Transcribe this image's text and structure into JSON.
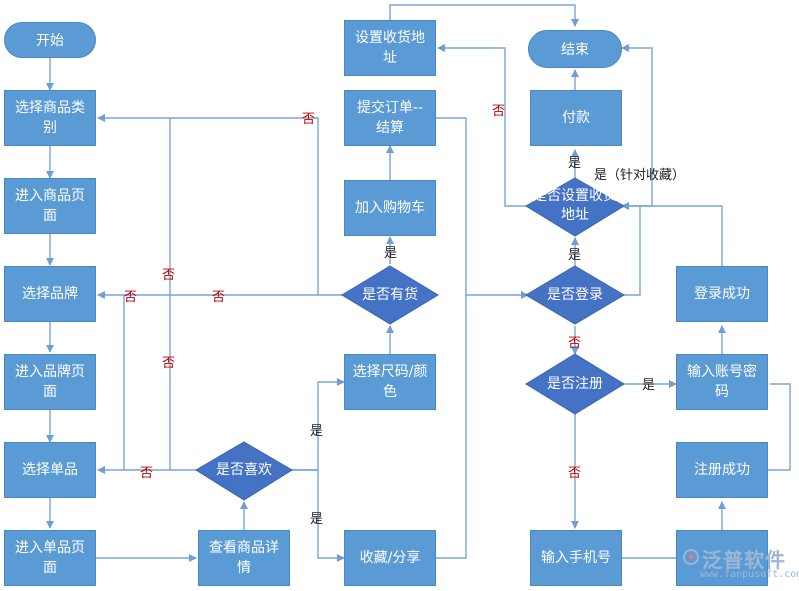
{
  "nodes": {
    "start": "开始",
    "end": "结束",
    "choose_category": "选择商品类别",
    "enter_product_page": "进入商品页面",
    "choose_brand": "选择品牌",
    "enter_brand_page": "进入品牌页面",
    "choose_item": "选择单品",
    "enter_item_page": "进入单品页面",
    "view_details": "查看商品详情",
    "like_decision": "是否喜欢",
    "choose_size_color": "选择尺码/颜色",
    "favorite_share": "收藏/分享",
    "in_stock_decision": "是否有货",
    "add_to_cart": "加入购物车",
    "submit_order": "提交订单--结算",
    "set_address": "设置收货地址",
    "pay": "付款",
    "address_decision": "是否设置收货地址",
    "login_decision": "是否登录",
    "register_decision": "是否注册",
    "input_account": "输入账号密码",
    "login_success": "登录成功",
    "register_success": "注册成功",
    "input_phone": "输入手机号"
  },
  "labels": {
    "yes": "是",
    "no": "否",
    "yes_favorites": "是（针对收藏）"
  },
  "watermark": {
    "name": "泛普软件",
    "url": "www.fanpusoft.com"
  },
  "colors": {
    "node_fill": "#5b9bd5",
    "line": "#7aa6d6",
    "no_label": "#c00000"
  }
}
